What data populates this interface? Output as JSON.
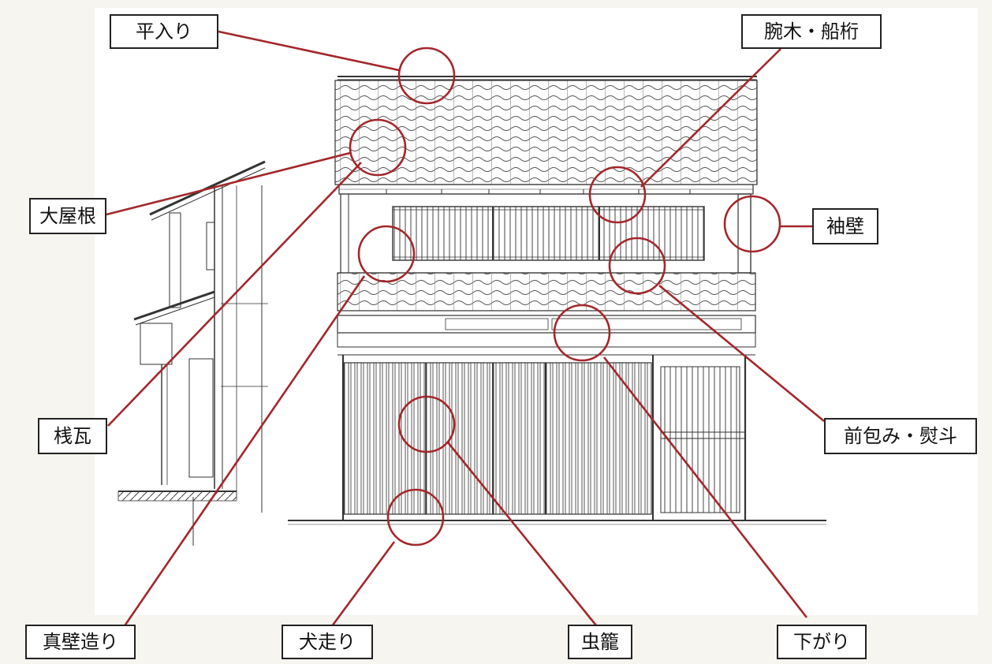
{
  "colors": {
    "background": "#f7f5f0",
    "marker": "#a3272b",
    "drawing": "#3a3a3a"
  },
  "labels": {
    "hirairi": "平入り",
    "udegi_funaketa": "腕木・船桁",
    "oyane": "大屋根",
    "sodekabe": "袖壁",
    "sangawara": "桟瓦",
    "maezutsumi_noshi": "前包み・熨斗",
    "shinkabe": "真壁造り",
    "inubashiri": "犬走り",
    "mushiko": "虫籠",
    "sagari": "下がり"
  }
}
